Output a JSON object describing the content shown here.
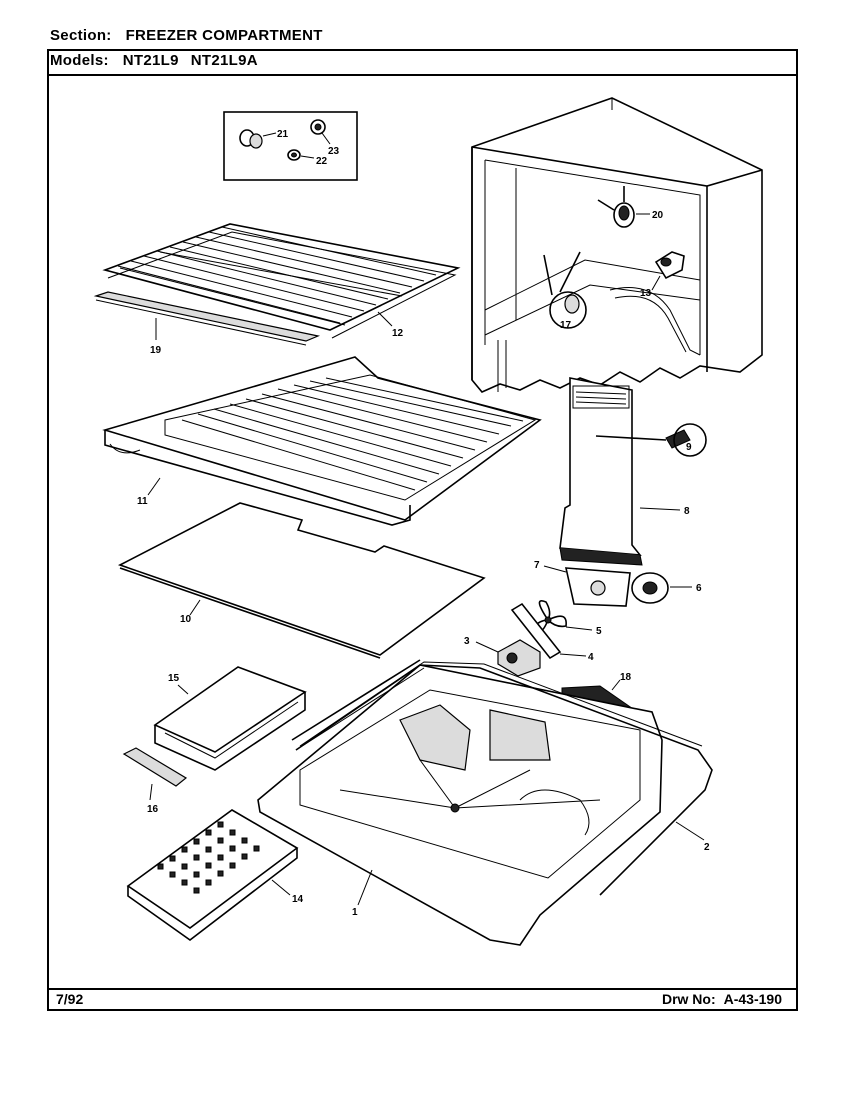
{
  "header": {
    "section_label": "Section:",
    "section_value": "FREEZER COMPARTMENT",
    "models_label": "Models:",
    "models": [
      "NT21L9",
      "NT21L9A"
    ]
  },
  "footer": {
    "date": "7/92",
    "drawing_label": "Drw No:",
    "drawing_number": "A-43-190"
  },
  "callouts": {
    "c1": "1",
    "c2": "2",
    "c3": "3",
    "c4": "4",
    "c5": "5",
    "c6": "6",
    "c7": "7",
    "c8": "8",
    "c9": "9",
    "c10": "10",
    "c11": "11",
    "c12": "12",
    "c13": "13",
    "c14": "14",
    "c15": "15",
    "c16": "16",
    "c17": "17",
    "c18": "18",
    "c19": "19",
    "c20": "20",
    "c21": "21",
    "c22": "22",
    "c23": "23"
  }
}
